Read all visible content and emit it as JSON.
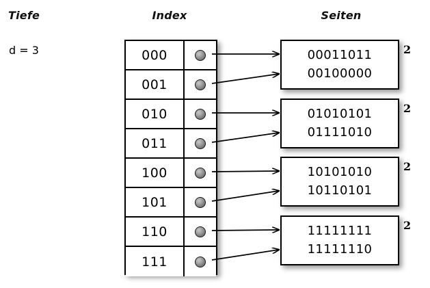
{
  "headers": {
    "depth": "Tiefe",
    "index": "Index",
    "pages": "Seiten"
  },
  "depth": {
    "label": "d = 3"
  },
  "index_table": {
    "rows": [
      {
        "key": "000",
        "pointer": "pointer-dot"
      },
      {
        "key": "001",
        "pointer": "pointer-dot"
      },
      {
        "key": "010",
        "pointer": "pointer-dot"
      },
      {
        "key": "011",
        "pointer": "pointer-dot"
      },
      {
        "key": "100",
        "pointer": "pointer-dot"
      },
      {
        "key": "101",
        "pointer": "pointer-dot"
      },
      {
        "key": "110",
        "pointer": "pointer-dot"
      },
      {
        "key": "111",
        "pointer": "pointer-dot"
      }
    ]
  },
  "pages": [
    {
      "records": [
        "00011011",
        "00100000"
      ],
      "local_depth": "2"
    },
    {
      "records": [
        "01010101",
        "01111010"
      ],
      "local_depth": "2"
    },
    {
      "records": [
        "10101010",
        "10110101"
      ],
      "local_depth": "2"
    },
    {
      "records": [
        "11111111",
        "11111110"
      ],
      "local_depth": "2"
    }
  ],
  "colors": {
    "background": "#ffffff",
    "stroke": "#000000",
    "dot_light": "#c9c9c9",
    "dot_dark": "#5a5a5a"
  }
}
